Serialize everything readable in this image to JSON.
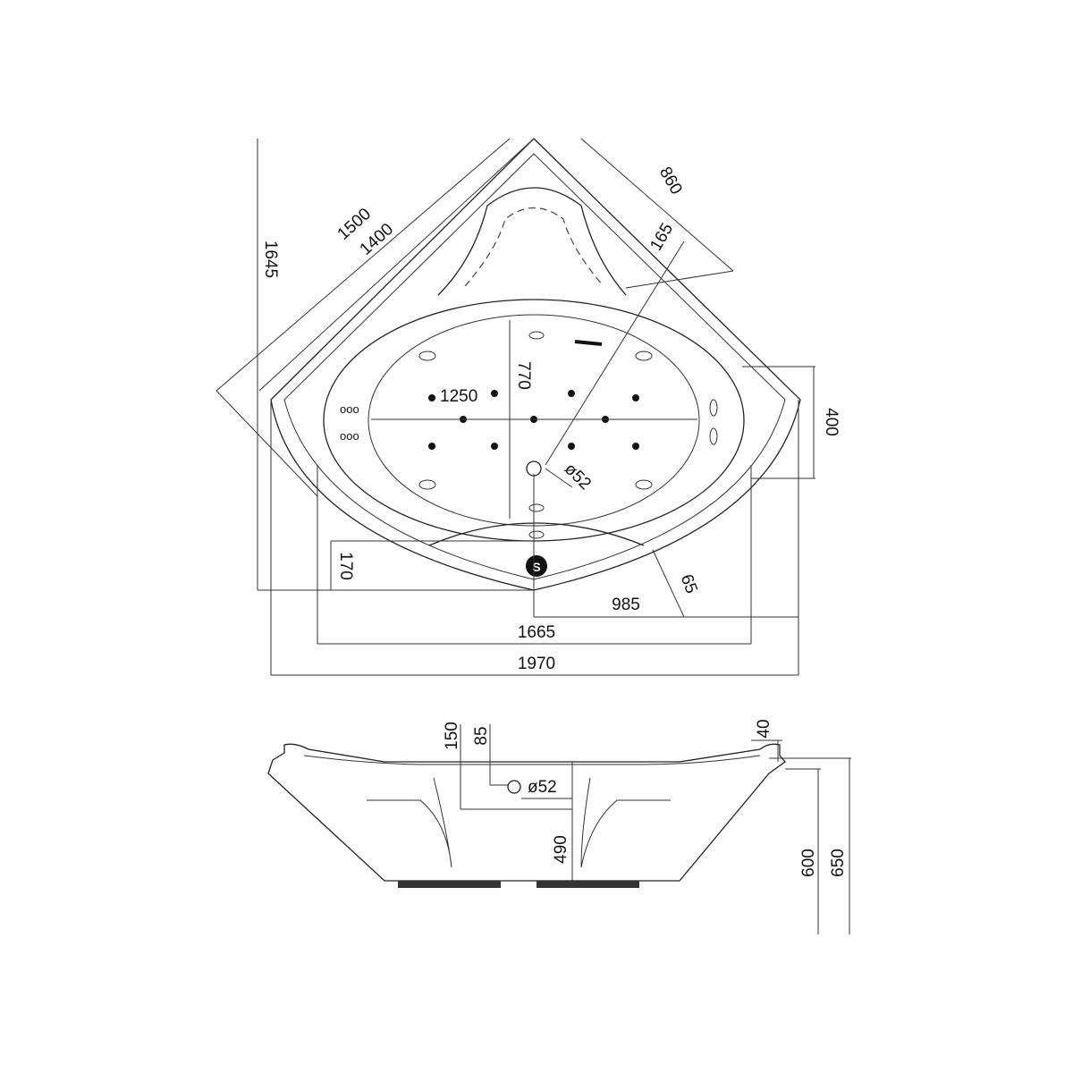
{
  "top_view": {
    "dims": {
      "d1500": "1500",
      "d1400": "1400",
      "d860": "860",
      "d165": "165",
      "d1645": "1645",
      "d770": "770",
      "d1250": "1250",
      "d400": "400",
      "d_drain": "ø52",
      "d170": "170",
      "d65": "65",
      "d985": "985",
      "d1665": "1665",
      "d1970": "1970"
    },
    "siphon_label": "S"
  },
  "side_view": {
    "dims": {
      "d150": "150",
      "d85": "85",
      "d40": "40",
      "d_overflow": "ø52",
      "d490": "490",
      "d600": "600",
      "d650": "650"
    }
  }
}
